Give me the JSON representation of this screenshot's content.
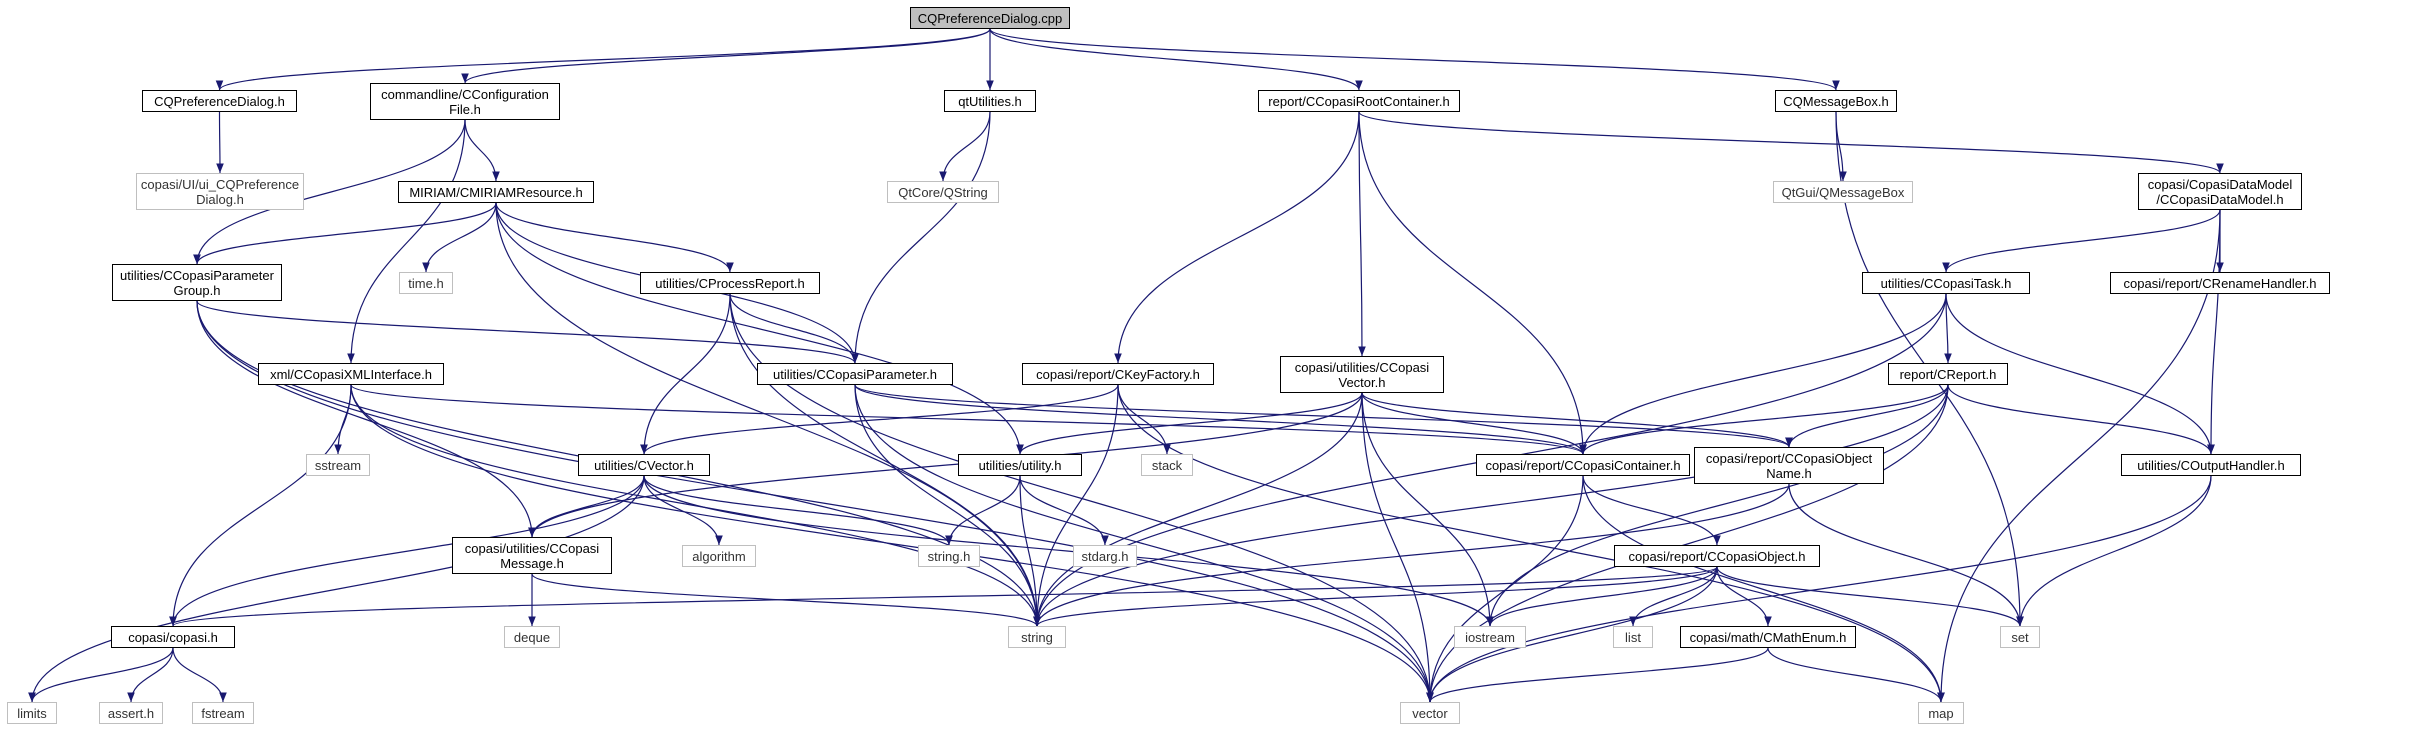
{
  "colors": {
    "edge": "#191970",
    "root_fill": "#bfbfbf",
    "project_border": "#000000",
    "system_border": "#bfbfbf"
  },
  "nodes": {
    "root": "CQPreferenceDialog.cpp",
    "cqpreferencedialog_h": "CQPreferenceDialog.h",
    "configurationfile_h": "commandline/CConfiguration\nFile.h",
    "qtutilities_h": "qtUtilities.h",
    "ccopasirootcontainer_h": "report/CCopasiRootContainer.h",
    "cqmessagebox_h": "CQMessageBox.h",
    "ui_cqpreferencedialog_h": "copasi/UI/ui_CQPreference\nDialog.h",
    "cmiriamresource_h": "MIRIAM/CMIRIAMResource.h",
    "qstring": "QtCore/QString",
    "qmessagebox": "QtGui/QMessageBox",
    "ccopasidatamodel_h": "copasi/CopasiDataModel\n/CCopasiDataModel.h",
    "ccopasiparametergroup_h": "utilities/CCopasiParameter\nGroup.h",
    "time_h": "time.h",
    "cprocessreport_h": "utilities/CProcessReport.h",
    "ccopasitask_h": "utilities/CCopasiTask.h",
    "crenamehandler_h": "copasi/report/CRenameHandler.h",
    "ccopasixmlinterface_h": "xml/CCopasiXMLInterface.h",
    "ccopasiparameter_h": "utilities/CCopasiParameter.h",
    "ckeyfactory_h": "copasi/report/CKeyFactory.h",
    "ccopasivector_h": "copasi/utilities/CCopasi\nVector.h",
    "creport_h": "report/CReport.h",
    "sstream": "sstream",
    "cvector_h": "utilities/CVector.h",
    "utility_h": "utilities/utility.h",
    "stack": "stack",
    "ccopasicontainer_h": "copasi/report/CCopasiContainer.h",
    "ccopasiobjectname_h": "copasi/report/CCopasiObject\nName.h",
    "coutputhandler_h": "utilities/COutputHandler.h",
    "algorithm": "algorithm",
    "string_h": "string.h",
    "stdarg_h": "stdarg.h",
    "ccopasimessage_h": "copasi/utilities/CCopasi\nMessage.h",
    "ccopasiobject_h": "copasi/report/CCopasiObject.h",
    "deque": "deque",
    "copasi_h": "copasi/copasi.h",
    "string": "string",
    "iostream": "iostream",
    "list": "list",
    "cmathenum_h": "copasi/math/CMathEnum.h",
    "set": "set",
    "limits": "limits",
    "assert_h": "assert.h",
    "fstream": "fstream",
    "vector": "vector",
    "map": "map"
  }
}
